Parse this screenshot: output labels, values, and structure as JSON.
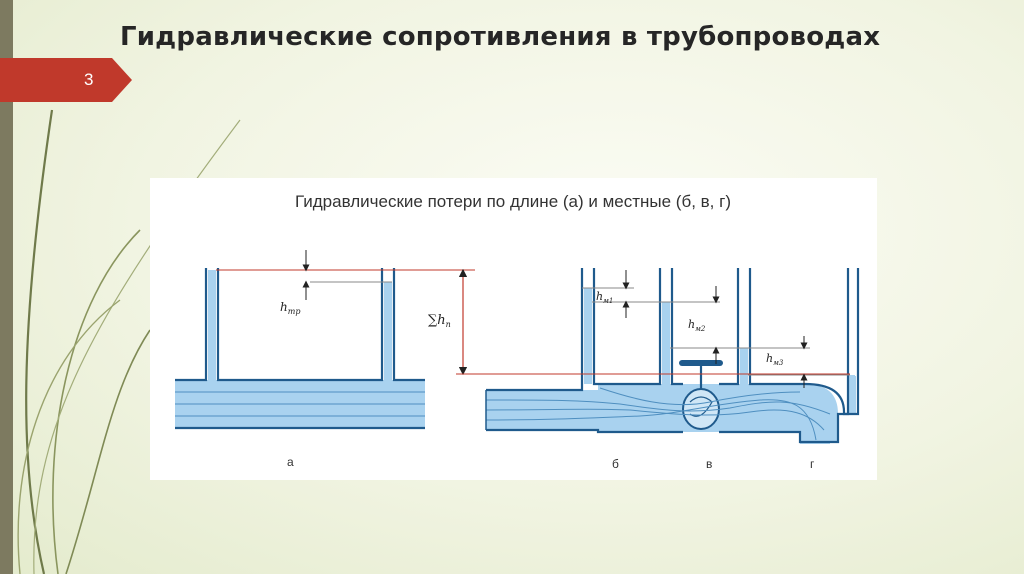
{
  "slide": {
    "title": "Гидравлические сопротивления в трубопроводах",
    "page_number": "3"
  },
  "figure": {
    "caption": "Гидравлические потери по длине (а) и местные (б, в, г)",
    "labels": {
      "h_tr": "h",
      "h_tr_sub": "тр",
      "sum_symbol": "∑",
      "sum_h": "h",
      "sum_h_sub": "п",
      "h_m1": "h",
      "h_m1_sub": "м1",
      "h_m2": "h",
      "h_m2_sub": "м2",
      "h_m3": "h",
      "h_m3_sub": "м3"
    },
    "panel_letters": {
      "a": "а",
      "b": "б",
      "v": "в",
      "g": "г"
    },
    "colors": {
      "water": "#a9d2ef",
      "wall": "#1f5a8c",
      "reference_line": "#c0392b",
      "badge": "#c0392b"
    }
  }
}
